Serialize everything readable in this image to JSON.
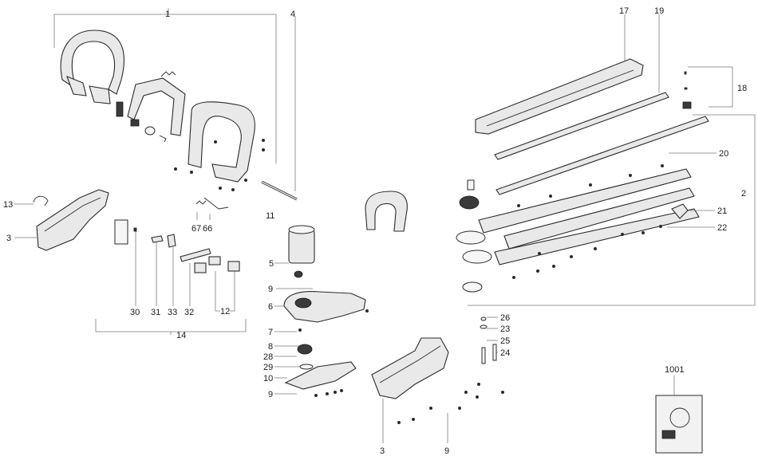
{
  "callouts": {
    "c1": "1",
    "c4": "4",
    "c17": "17",
    "c19": "19",
    "c18": "18",
    "c20": "20",
    "c2": "2",
    "c21": "21",
    "c22": "22",
    "c13": "13",
    "c3a": "3",
    "c67": "67",
    "c66": "66",
    "c11": "11",
    "c5": "5",
    "c9a": "9",
    "c6": "6",
    "c30": "30",
    "c31": "31",
    "c33": "33",
    "c32": "32",
    "c12": "12",
    "c14": "14",
    "c7": "7",
    "c8": "8",
    "c28": "28",
    "c29": "29",
    "c10": "10",
    "c9b": "9",
    "c26": "26",
    "c23": "23",
    "c25": "25",
    "c24": "24",
    "c3b": "3",
    "c9c": "9",
    "c1001": "1001"
  },
  "colors": {
    "line": "#7a7a7a",
    "part_fill": "#e9e9e9",
    "outline": "#2b2b2b"
  }
}
